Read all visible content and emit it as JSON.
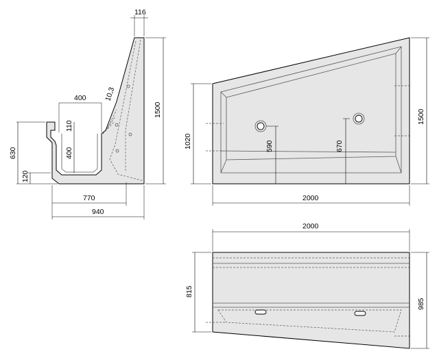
{
  "dimensions": {
    "cross_section": {
      "top_width": "116",
      "height_total": "1500",
      "channel_width": "400",
      "wall_slope": "10,3",
      "lip_height": "110",
      "channel_depth": "400",
      "outer_height": "630",
      "base_step": "120",
      "inner_length": "770",
      "overall_width": "940"
    },
    "front_view": {
      "left_height": "1020",
      "right_height": "1500",
      "hole_left_height": "590",
      "hole_right_height": "670",
      "length": "2000"
    },
    "top_view": {
      "length": "2000",
      "left_width": "815",
      "right_width": "985"
    }
  }
}
